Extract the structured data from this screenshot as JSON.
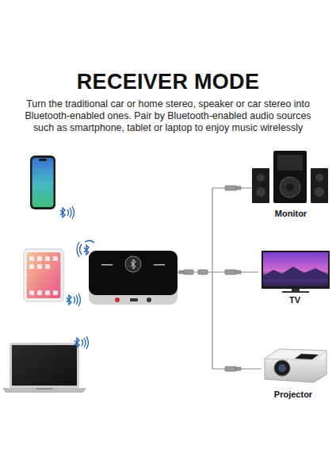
{
  "diagram": {
    "title": "RECEIVER MODE",
    "caption": "Turn the traditional car or home stereo, speaker or car stereo into Bluetooth-enabled ones. Pair by Bluetooth-enabled audio sources such as smartphone, tablet or laptop to enjoy music wirelessly",
    "nodes": [
      {
        "text": [
          "Monitor"
        ]
      },
      {
        "text": [
          "TV"
        ]
      },
      {
        "text": [
          "Projector"
        ]
      }
    ]
  }
}
